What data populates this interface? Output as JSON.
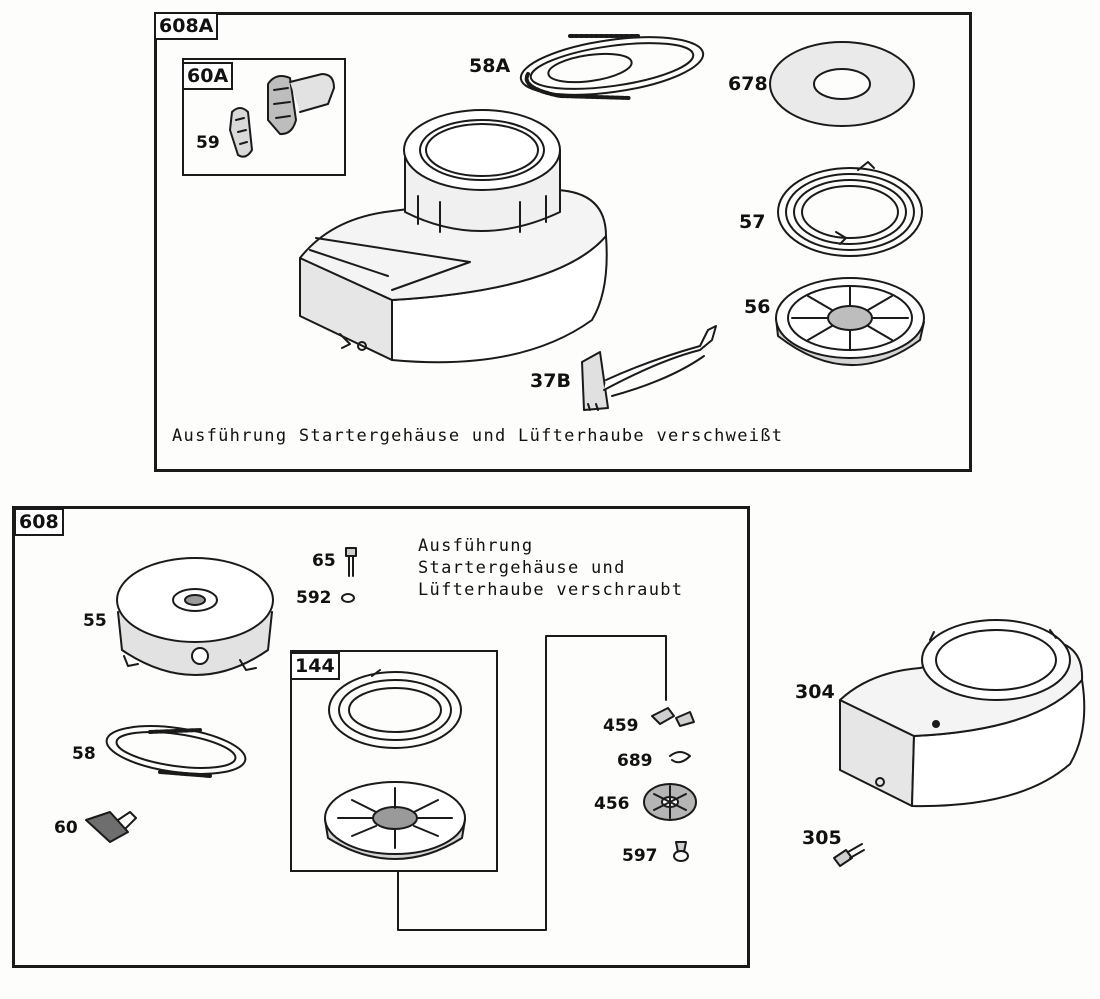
{
  "top_group": {
    "assembly_label": "608A",
    "handle_kit_label": "60A",
    "caption": "Ausführung Startergehäuse und Lüfterhaube verschweißt",
    "parts": {
      "p59": "59",
      "p58a": "58A",
      "p678": "678",
      "p57": "57",
      "p56": "56",
      "p37b": "37B"
    }
  },
  "bottom_group": {
    "assembly_label": "608",
    "subassembly_label": "144",
    "note": {
      "line1": "Ausführung",
      "line2": "Startergehäuse und",
      "line3": "Lüfterhaube verschraubt"
    },
    "parts": {
      "p65": "65",
      "p592": "592",
      "p55": "55",
      "p58": "58",
      "p60": "60",
      "p459": "459",
      "p689": "689",
      "p456": "456",
      "p597": "597"
    }
  },
  "standalone_parts": {
    "p304": "304",
    "p305": "305"
  }
}
